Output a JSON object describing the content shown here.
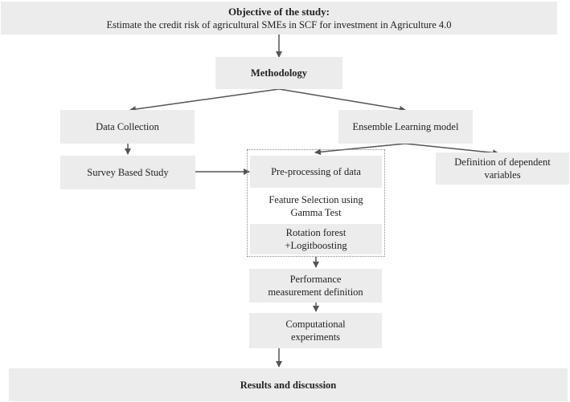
{
  "diagram": {
    "objective": {
      "title": "Objective of the study:",
      "text": "Estimate the credit risk of agricultural SMEs in SCF for investment in Agriculture 4.0"
    },
    "methodology": "Methodology",
    "data_collection": "Data Collection",
    "survey": "Survey Based Study",
    "ensemble": "Ensemble Learning model",
    "definition_dependent": [
      "Definition of dependent",
      "variables"
    ],
    "preprocessing": "Pre-processing of data",
    "feature_selection": [
      "Feature Selection using",
      "Gamma Test"
    ],
    "rotation_forest": [
      "Rotation forest",
      "+Logitboosting"
    ],
    "performance": [
      "Performance",
      "measurement definition"
    ],
    "computational": [
      "Computational",
      "experiments"
    ],
    "results": "Results and discussion"
  },
  "colors": {
    "box_fill": "#ececec",
    "arrow": "#555555",
    "dotted_border": "#8a8a8a"
  }
}
